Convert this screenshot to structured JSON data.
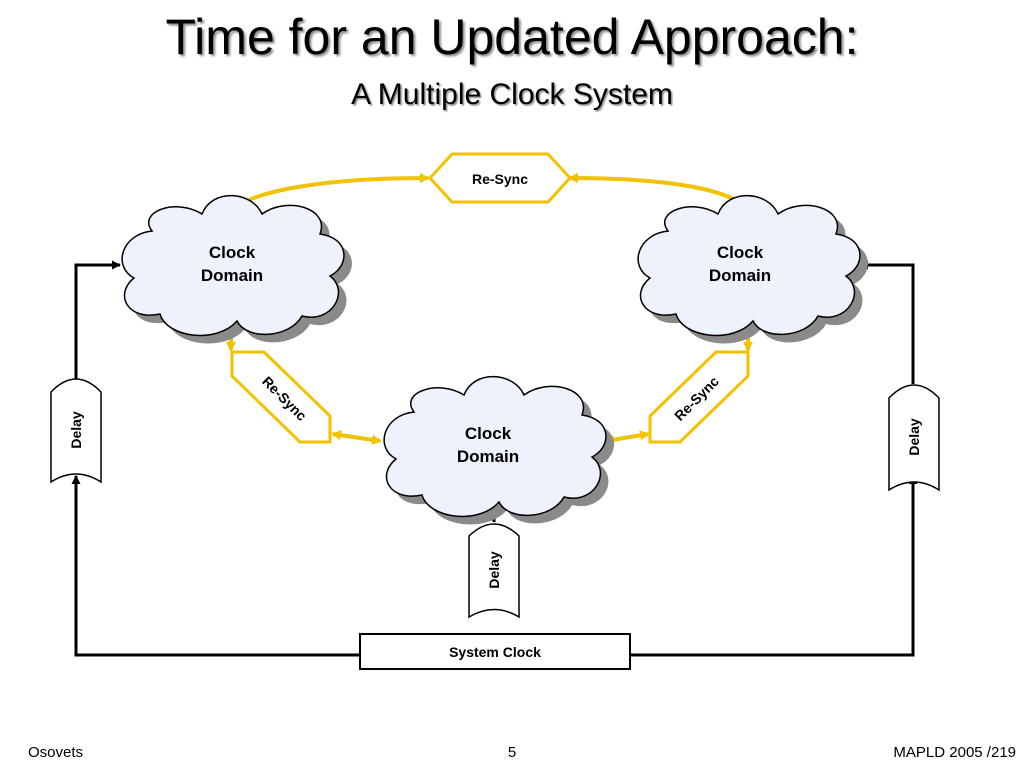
{
  "slide": {
    "title": "Time for an Updated Approach:",
    "subtitle": "A Multiple Clock System"
  },
  "diagram": {
    "clock_domains": [
      {
        "line1": "Clock",
        "line2": "Domain"
      },
      {
        "line1": "Clock",
        "line2": "Domain"
      },
      {
        "line1": "Clock",
        "line2": "Domain"
      }
    ],
    "resync": [
      "Re-Sync",
      "Re-Sync",
      "Re-Sync"
    ],
    "delays": [
      "Delay",
      "Delay",
      "Delay"
    ],
    "system_clock": "System Clock"
  },
  "footer": {
    "author": "Osovets",
    "page": "5",
    "event": "MAPLD 2005 /219"
  },
  "colors": {
    "accent": "#f2c200",
    "cloud_fill": "#eef2fc",
    "cloud_shadow": "#8a8a8a"
  }
}
